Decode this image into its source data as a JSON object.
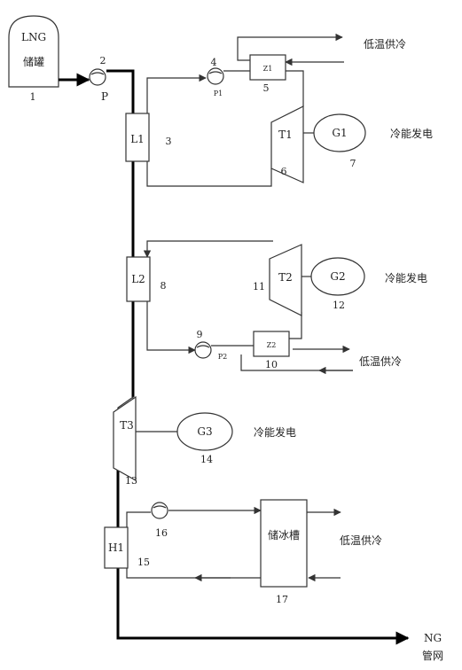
{
  "colors": {
    "line": "#333333",
    "main_line": "#000000",
    "background": "#ffffff"
  },
  "tank": {
    "label_top": "LNG",
    "label_bottom": "储罐",
    "number": "1"
  },
  "pump_main": {
    "label": "P",
    "number": "2"
  },
  "loop1": {
    "heat_exchanger": {
      "label": "L1",
      "number": "3"
    },
    "pump": {
      "label": "P1",
      "number": "4"
    },
    "cooler": {
      "label": "Z1",
      "number": "5"
    },
    "turbine": {
      "label": "T1",
      "number": "6"
    },
    "generator": {
      "label": "G1",
      "number": "7"
    },
    "power_text": "冷能发电",
    "cooling_text": "低温供冷"
  },
  "loop2": {
    "heat_exchanger": {
      "label": "L2",
      "number": "8"
    },
    "pump": {
      "label": "P2",
      "number": "9"
    },
    "cooler": {
      "label": "Z2",
      "number": "10"
    },
    "turbine": {
      "label": "T2",
      "number": "11"
    },
    "generator": {
      "label": "G2",
      "number": "12"
    },
    "power_text": "冷能发电",
    "cooling_text": "低温供冷"
  },
  "expander": {
    "turbine": {
      "label": "T3",
      "number": "13"
    },
    "generator": {
      "label": "G3",
      "number": "14"
    },
    "power_text": "冷能发电"
  },
  "loop3": {
    "heat_exchanger": {
      "label": "H1",
      "number": "15"
    },
    "pump": {
      "number": "16"
    },
    "storage": {
      "label": "储冰槽",
      "number": "17"
    },
    "cooling_text": "低温供冷"
  },
  "outlet": {
    "label_top": "NG",
    "label_bottom": "管网"
  }
}
